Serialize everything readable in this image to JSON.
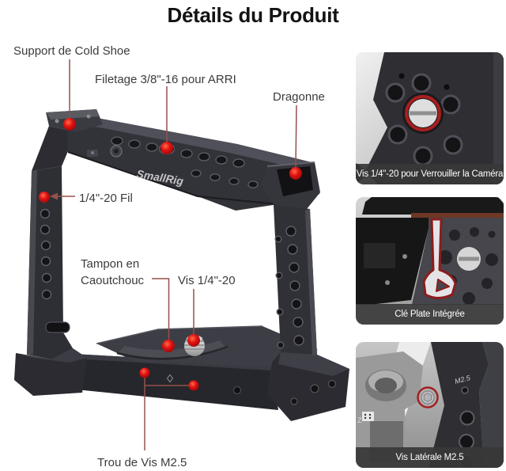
{
  "page": {
    "title": "Détails du Produit"
  },
  "product": {
    "brand_logo": "SmallRig",
    "engraving_m25": "M2.5"
  },
  "callouts": {
    "cold_shoe": {
      "label": "Support de Cold Shoe"
    },
    "arri": {
      "label": "Filetage 3/8\"-16 pour ARRI"
    },
    "dragonne": {
      "label": "Dragonne"
    },
    "quarter_fil": {
      "label": "1/4\"-20 Fil"
    },
    "rubber_pad": {
      "line1": "Tampon en",
      "line2": "Caoutchouc"
    },
    "quarter_vis": {
      "label": "Vis 1/4\"-20"
    },
    "m25_hole": {
      "label": "Trou de Vis M2.5"
    }
  },
  "insets": [
    {
      "caption": "Vis 1/4\"-20 pour Verrouiller la Caméra"
    },
    {
      "caption": "Clé Plate Intégrée"
    },
    {
      "caption": "Vis Latérale M2.5"
    }
  ],
  "colors": {
    "accent_red": "#e01212",
    "leader_line": "#93524a",
    "caption_bg": "#383838",
    "cage_body": "#2e2e35"
  }
}
